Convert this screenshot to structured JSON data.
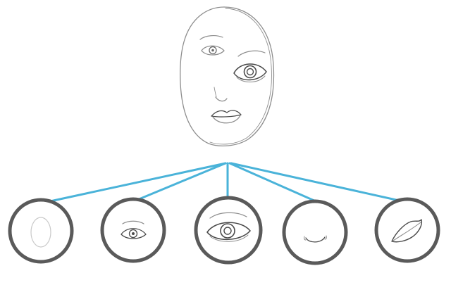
{
  "colors": {
    "connector": "#4ab3d9",
    "ring": "#5a5a5a",
    "sketch": "#8d8d8d"
  },
  "face": {
    "description_icon": "sketched-face-icon"
  },
  "parts": [
    {
      "id": "face-outline",
      "icon": "face-outline-icon"
    },
    {
      "id": "small-eye",
      "icon": "small-eye-icon"
    },
    {
      "id": "large-eye",
      "icon": "large-eye-icon"
    },
    {
      "id": "nose",
      "icon": "nose-icon"
    },
    {
      "id": "lips",
      "icon": "lips-icon"
    }
  ]
}
